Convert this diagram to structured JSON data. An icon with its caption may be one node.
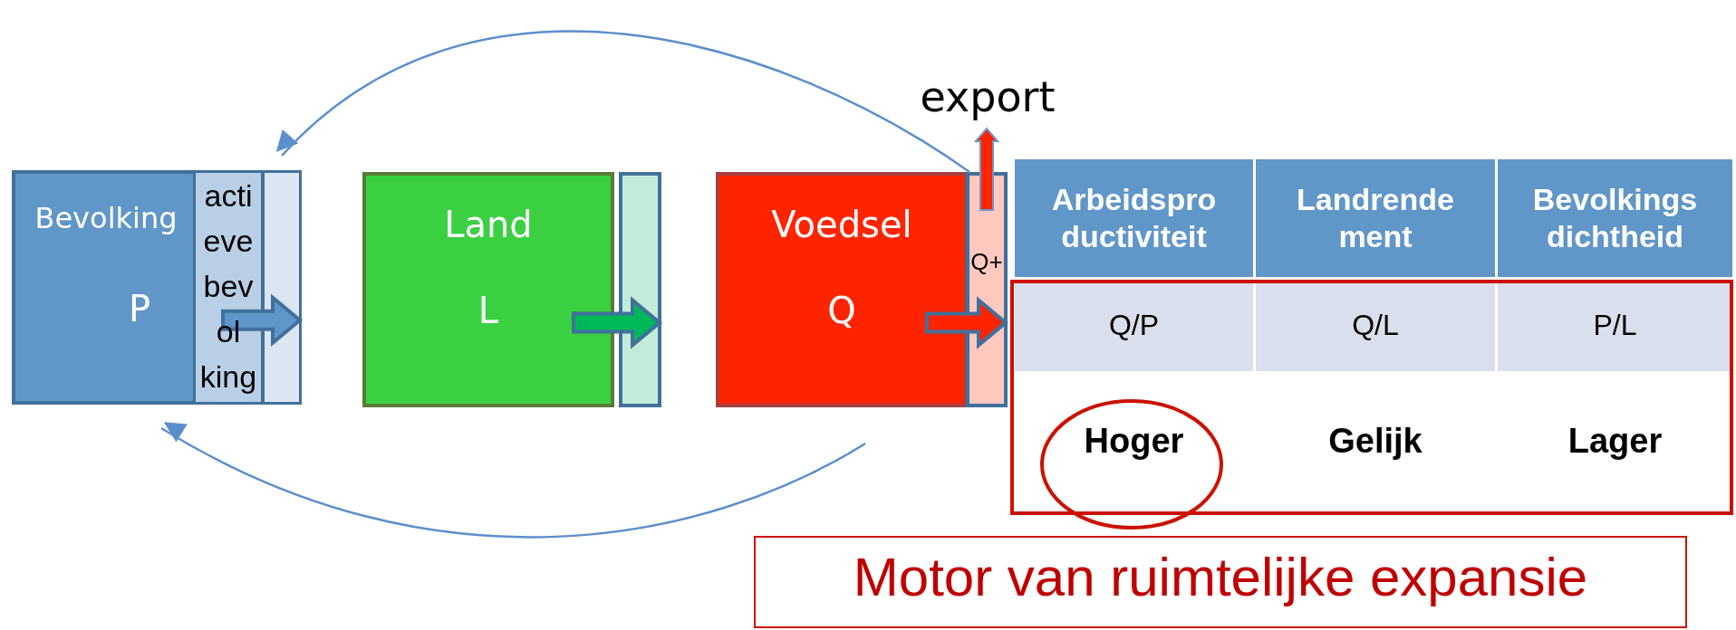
{
  "diagram": {
    "nodes": [
      {
        "text": [
          "Bevolking",
          "P"
        ]
      },
      {
        "text": [
          "acti eve bev ol king"
        ],
        "in": 0
      },
      {
        "text": [],
        "shape": "box",
        "in": 0
      },
      {
        "text": [
          "Land",
          "L"
        ]
      },
      {
        "text": [],
        "shape": "box"
      },
      {
        "text": [
          "Voedsel",
          "Q"
        ]
      },
      {
        "text": [
          "Q+"
        ]
      },
      {
        "text": [
          "export"
        ]
      },
      {
        "text": [
          "Motor van ruimtelijke expansie"
        ]
      }
    ],
    "edges": [
      {
        "from": 1,
        "to": 2,
        "arrow": "to",
        "style": "thick",
        "color": "#5f95c9"
      },
      {
        "from": 3,
        "to": 4,
        "arrow": "to",
        "style": "thick",
        "color": "#00b85a"
      },
      {
        "from": 5,
        "to": 6,
        "arrow": "to",
        "style": "thick",
        "color": "#ff2400"
      },
      {
        "from": 6,
        "to": 7,
        "arrow": "to",
        "style": "thick",
        "color": "#ff2400"
      },
      {
        "from": 6,
        "to": 2,
        "arrow": "to"
      },
      {
        "from": 5,
        "to": 0,
        "arrow": "to"
      }
    ],
    "labels": [
      "Arbeidspro ductiviteit",
      "Landrende ment",
      "Bevolkings dichtheid",
      "Q/P",
      "Q/L",
      "P/L",
      "Hoger",
      "Gelijk",
      "Lager"
    ]
  }
}
